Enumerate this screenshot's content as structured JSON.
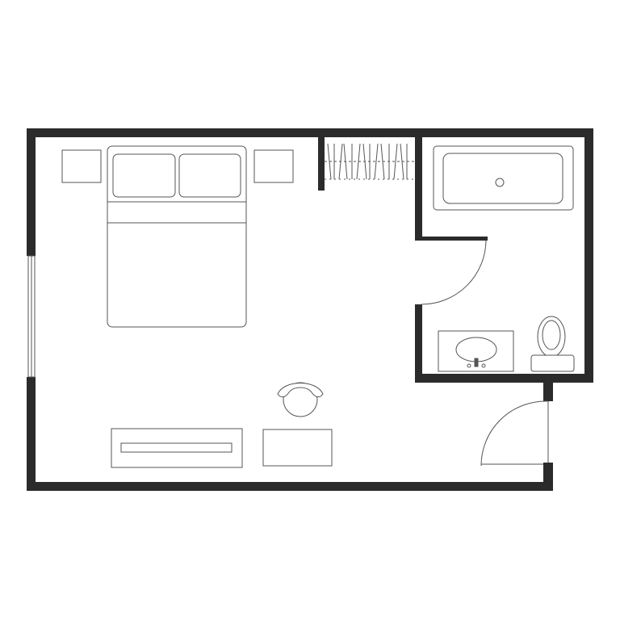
{
  "plan": {
    "colors": {
      "background": "#ffffff",
      "wall": "#2b2b2b",
      "line": "#555555",
      "fixture_fill": "#ffffff"
    },
    "rooms": [
      "bedroom",
      "bathroom",
      "closet"
    ],
    "furniture": [
      "double-bed",
      "pillow",
      "pillow",
      "nightstand",
      "nightstand",
      "dresser",
      "desk",
      "desk-chair"
    ],
    "fixtures": [
      "bathtub",
      "vanity-sink",
      "toilet",
      "closet-hangers",
      "window"
    ],
    "doors": [
      "bathroom-door",
      "entry-door"
    ]
  }
}
